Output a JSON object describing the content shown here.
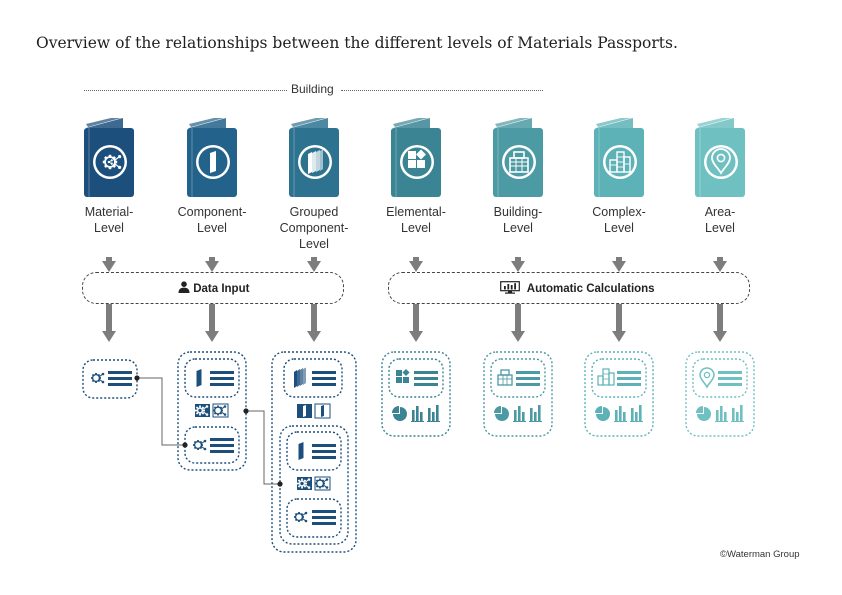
{
  "title": "Overview of the relationships between the different levels of Materials Passports.",
  "building_label": "Building",
  "levels": [
    {
      "label": "Material-\nLevel",
      "color": "#1c4f7c",
      "icon": "gear-share-icon"
    },
    {
      "label": "Component-\nLevel",
      "color": "#23628a",
      "icon": "panel-icon"
    },
    {
      "label": "Grouped\nComponent-\nLevel",
      "color": "#2d7390",
      "icon": "stacked-panels-icon"
    },
    {
      "label": "Elemental-\nLevel",
      "color": "#3a8494",
      "icon": "blocks-icon"
    },
    {
      "label": "Building-\nLevel",
      "color": "#4c9aa3",
      "icon": "building-icon"
    },
    {
      "label": "Complex-\nLevel",
      "color": "#5cb2b6",
      "icon": "skyline-icon"
    },
    {
      "label": "Area-\nLevel",
      "color": "#6ec0c1",
      "icon": "location-pin-icon"
    }
  ],
  "data_input_label": "Data Input",
  "data_input_icon": "user-icon",
  "auto_calc_label": "Automatic Calculations",
  "auto_calc_icon": "monitor-chart-icon",
  "copyright": "©Waterman Group"
}
